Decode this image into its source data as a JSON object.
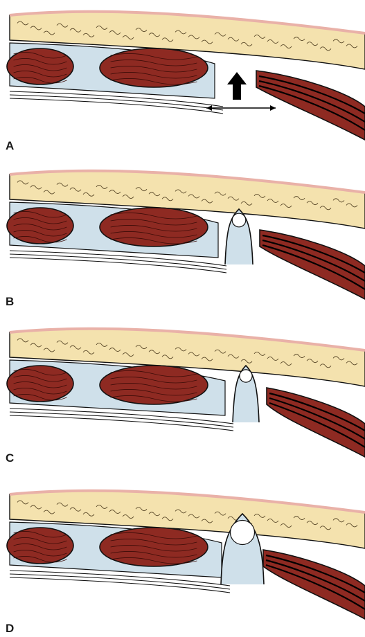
{
  "panels": [
    {
      "label": "A",
      "stage": 0,
      "show_arrow": true
    },
    {
      "label": "B",
      "stage": 1,
      "show_arrow": false
    },
    {
      "label": "C",
      "stage": 2,
      "show_arrow": false
    },
    {
      "label": "D",
      "stage": 3,
      "show_arrow": false
    }
  ],
  "colors": {
    "skin": "#e9b1a8",
    "fat": "#f4e2ae",
    "fascia": "#cfe0ea",
    "muscle": "#8e2a22",
    "muscle_line": "#3d0c08",
    "outline": "#111111"
  }
}
